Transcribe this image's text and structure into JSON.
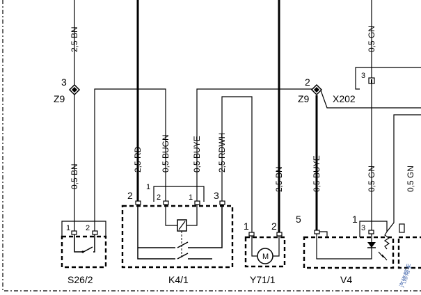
{
  "wires": {
    "w1": "2,5 BN",
    "w2": "0,5 BN",
    "w3": "2,5 RD",
    "w4": "0,5 BUGN",
    "w5": "0,5 BUYE",
    "w6": "2,5 RDWH",
    "w7": "2,5 BN",
    "w8": "0,5 BUYE",
    "w9": "0,5 GN",
    "w10": "0,5 GN",
    "w11": "0,5 GN"
  },
  "connectors": {
    "z9_left": "Z9",
    "z9_left_pin": "3",
    "z9_right": "Z9",
    "z9_right_pin": "2",
    "x202": "X202",
    "x202_pin": "3"
  },
  "components": {
    "s26": "S26/2",
    "k4": "K4/1",
    "y71": "Y71/1",
    "v4": "V4",
    "motor_symbol": "M"
  },
  "pins": {
    "s26_1": "1",
    "s26_2": "2",
    "k4_2": "2",
    "k4_1a": "1",
    "k4_2b": "2",
    "k4_1b": "1",
    "k4_3": "3",
    "y71_1": "1",
    "y71_2": "2",
    "v4_5": "5",
    "v4_1": "1",
    "v4_3": "3"
  },
  "watermark": "汽修帮手"
}
